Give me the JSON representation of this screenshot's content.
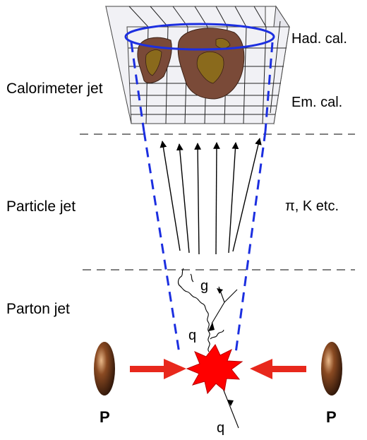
{
  "labels": {
    "had_cal": "Had. cal.",
    "em_cal": "Em. cal.",
    "calorimeter_jet": "Calorimeter jet",
    "particle_jet": "Particle jet",
    "particles": "π,  K etc.",
    "parton_jet": "Parton jet",
    "gluon": "g",
    "quark_upper": "q",
    "quark_lower": "q",
    "proton_left": "P",
    "proton_right": "P"
  },
  "colors": {
    "jet_cone": "#1c2fe0",
    "beam_arrow": "#e8281c",
    "collision": "#ff0000",
    "deposit_outer": "#7a4a38",
    "deposit_inner": "#8a6a1c",
    "grid_face": "#f2f2f6",
    "proton": "#5a2e14"
  }
}
